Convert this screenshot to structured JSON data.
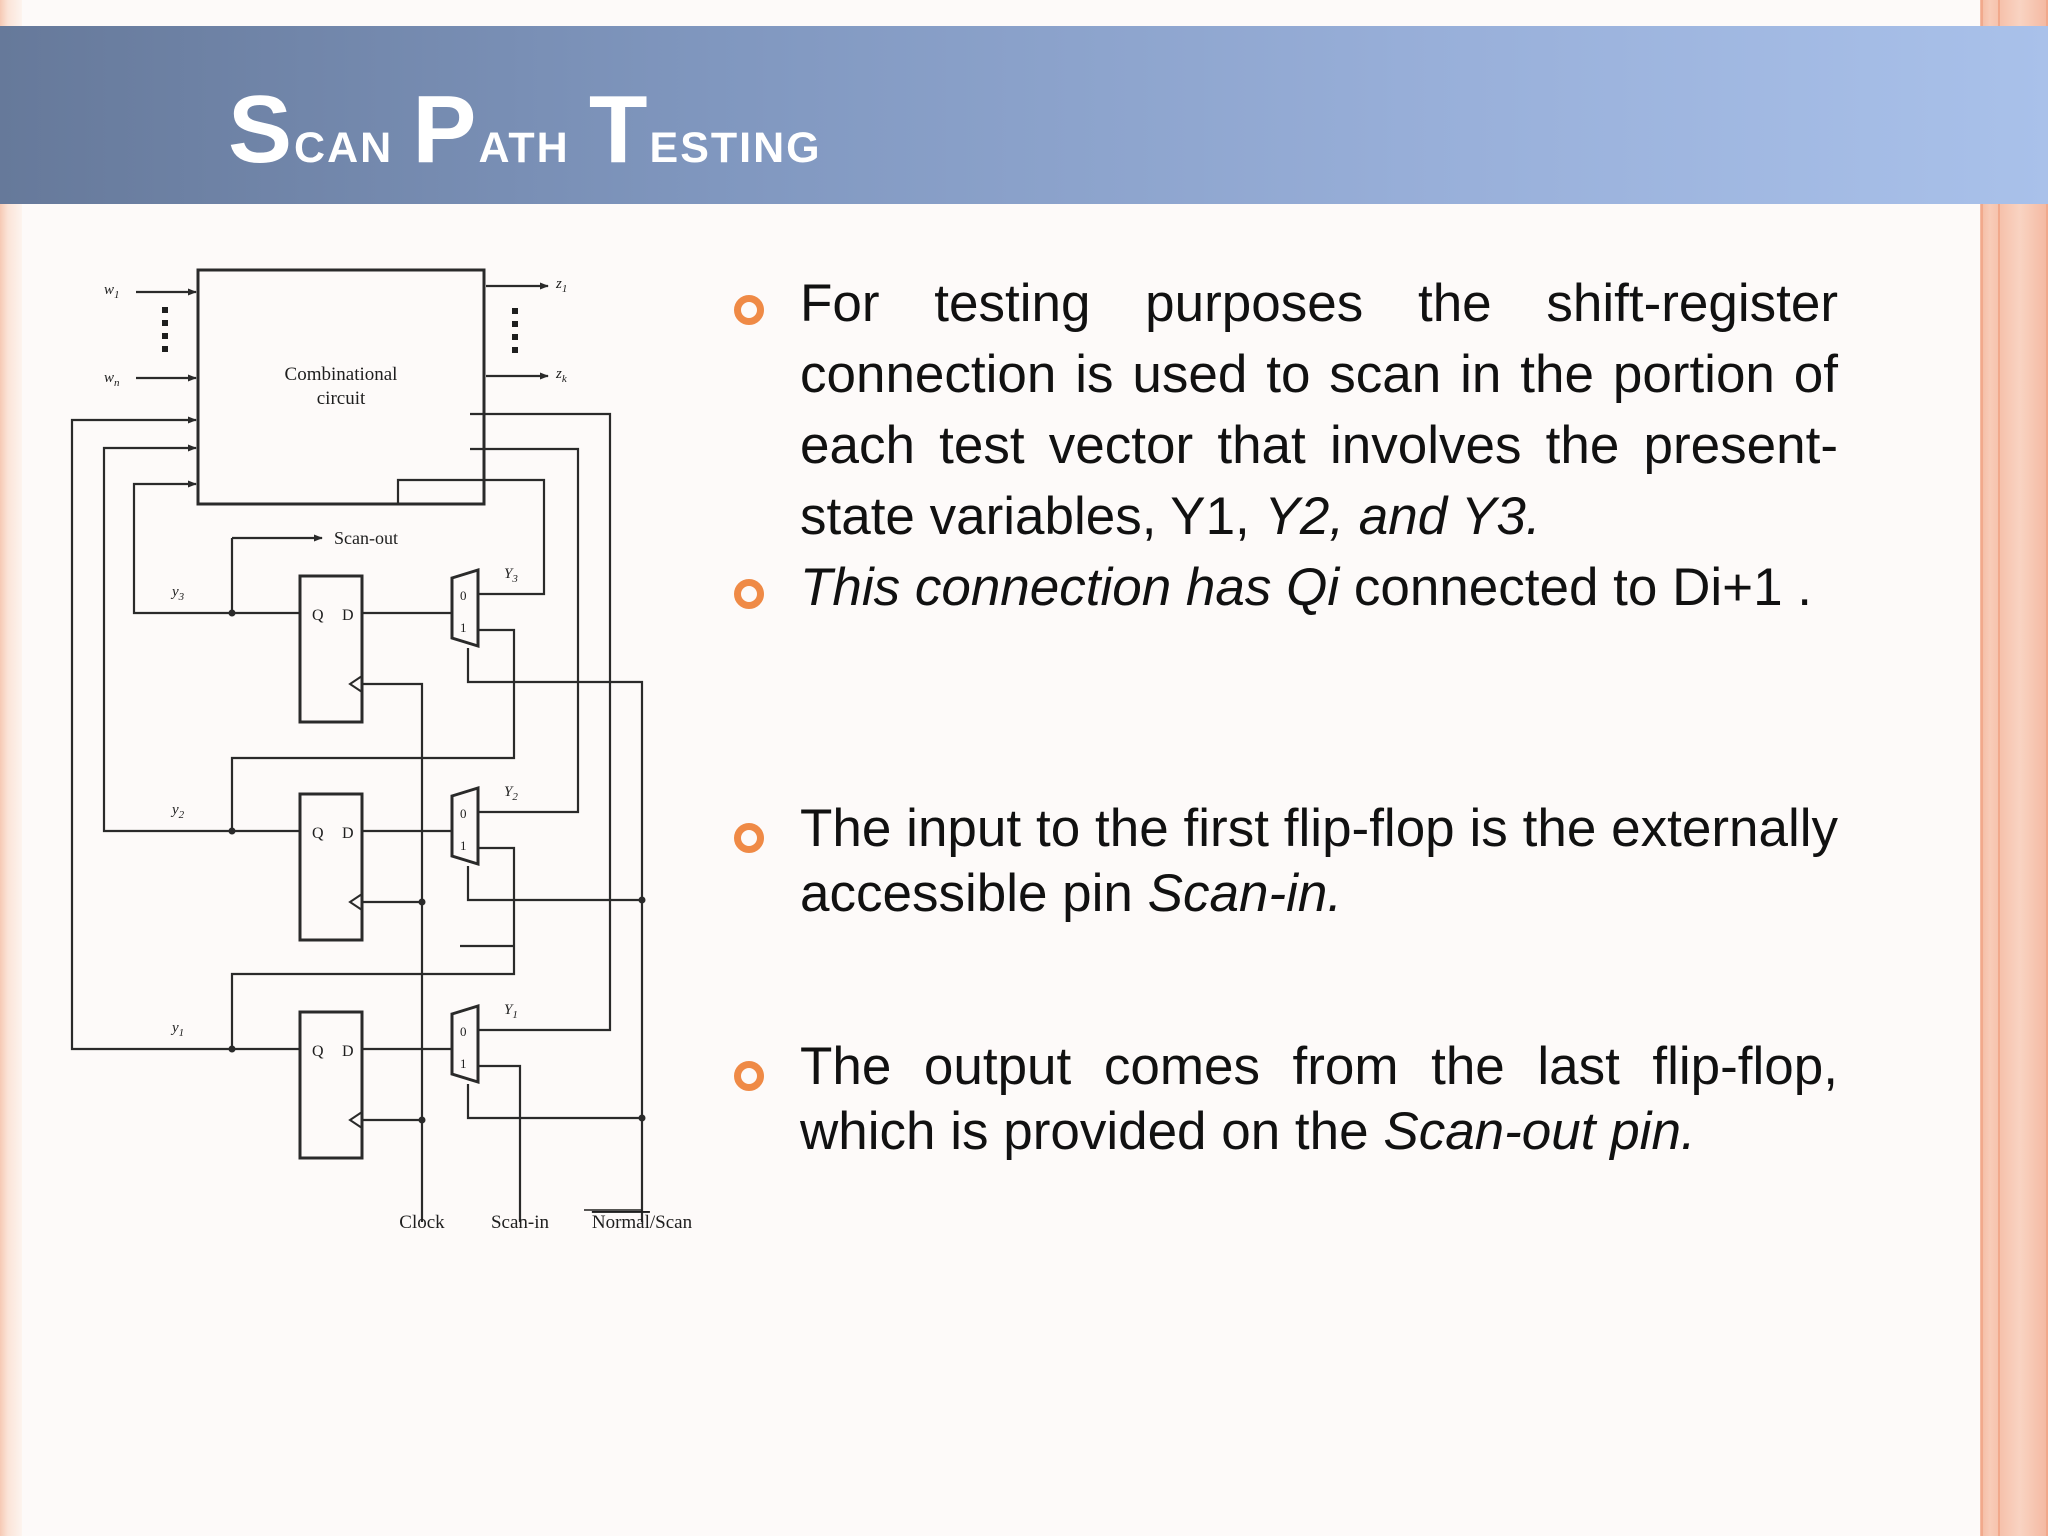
{
  "slide": {
    "title": {
      "first_cap": "S",
      "first_rest": "can ",
      "second_cap": "P",
      "second_rest": "ath ",
      "third_cap": "T",
      "third_rest": "esting"
    }
  },
  "diagram": {
    "input_w1": "w",
    "input_w1_sub": "1",
    "input_wn": "w",
    "input_wn_sub": "n",
    "output_z1": "z",
    "output_z1_sub": "1",
    "output_zk": "z",
    "output_zk_sub": "k",
    "combinational_label_line1": "Combinational",
    "combinational_label_line2": "circuit",
    "scan_out_label": "Scan-out",
    "state_y3": "y",
    "state_y3_sub": "3",
    "state_y2": "y",
    "state_y2_sub": "2",
    "state_y1": "y",
    "state_y1_sub": "1",
    "next_Y3": "Y",
    "next_Y3_sub": "3",
    "next_Y2": "Y",
    "next_Y2_sub": "2",
    "next_Y1": "Y",
    "next_Y1_sub": "1",
    "ff_q": "Q",
    "ff_d": "D",
    "mux_in0": "0",
    "mux_in1": "1",
    "clock_label": "Clock",
    "scan_in_label": "Scan-in",
    "normal_label": "Normal",
    "scan_suffix_label": "/Scan"
  },
  "bullets": [
    {
      "parts": [
        {
          "text": "For testing purposes the shift-register connection is used to scan in the portion of each test vector that involves the present-state variables, Y1, ",
          "italic": false
        },
        {
          "text": "Y2, and Y3.",
          "italic": true
        }
      ]
    },
    {
      "parts": [
        {
          "text": "This connection has Qi ",
          "italic": true
        },
        {
          "text": "connected to Di+1 .",
          "italic": false
        }
      ]
    },
    {
      "parts": [
        {
          "text": "The input to the first flip-flop is the externally accessible pin ",
          "italic": false
        },
        {
          "text": "Scan-in.",
          "italic": true
        }
      ]
    },
    {
      "parts": [
        {
          "text": "The output comes from the last flip-flop, which is provided on the ",
          "italic": false
        },
        {
          "text": "Scan-out pin.",
          "italic": true
        }
      ]
    }
  ],
  "colors": {
    "bullet_marker": "#ef8a46",
    "title_band_start": "#66799a",
    "title_band_end": "#a9c1ea",
    "accent_strip": "#f4b9a1"
  }
}
